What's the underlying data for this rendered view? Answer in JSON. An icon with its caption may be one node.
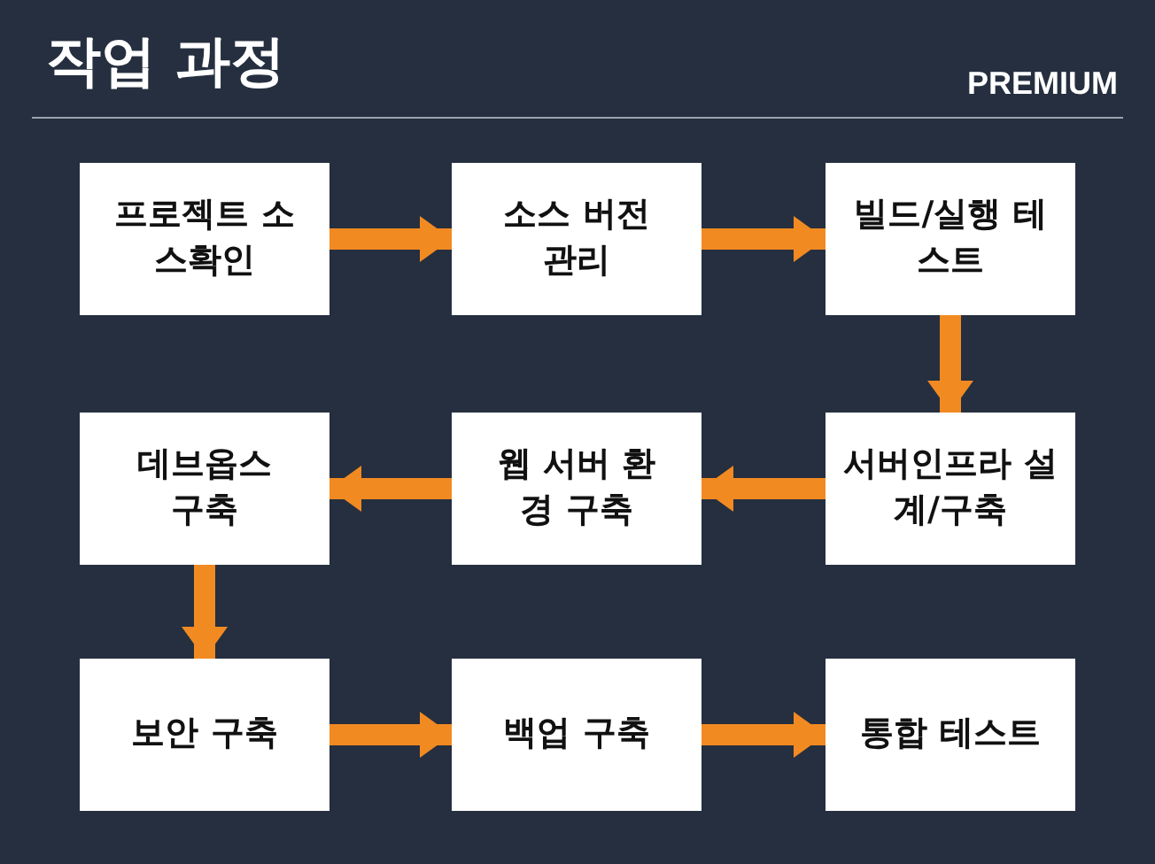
{
  "diagram": {
    "title": "작업 과정",
    "nodes": [
      {
        "text": [
          "프로젝트 소스확인"
        ]
      },
      {
        "text": [
          "소스 버전 관리"
        ]
      },
      {
        "text": [
          "빌드/실행 테스트"
        ]
      },
      {
        "text": [
          "데브옵스 구축"
        ]
      },
      {
        "text": [
          "웹 서버 환경 구축"
        ]
      },
      {
        "text": [
          "서버인프라 설계/구축"
        ]
      },
      {
        "text": [
          "보안 구축"
        ]
      },
      {
        "text": [
          "백업 구축"
        ]
      },
      {
        "text": [
          "통합 테스트"
        ]
      }
    ],
    "edges": [
      {
        "from": 0,
        "to": 1,
        "arrow": "to"
      },
      {
        "from": 1,
        "to": 2,
        "arrow": "to"
      },
      {
        "from": 2,
        "to": 5,
        "arrow": "to"
      },
      {
        "from": 5,
        "to": 4,
        "arrow": "to"
      },
      {
        "from": 4,
        "to": 3,
        "arrow": "to"
      },
      {
        "from": 3,
        "to": 6,
        "arrow": "to"
      },
      {
        "from": 6,
        "to": 7,
        "arrow": "to"
      },
      {
        "from": 7,
        "to": 8,
        "arrow": "to"
      }
    ],
    "labels": [
      "PREMIUM"
    ]
  }
}
